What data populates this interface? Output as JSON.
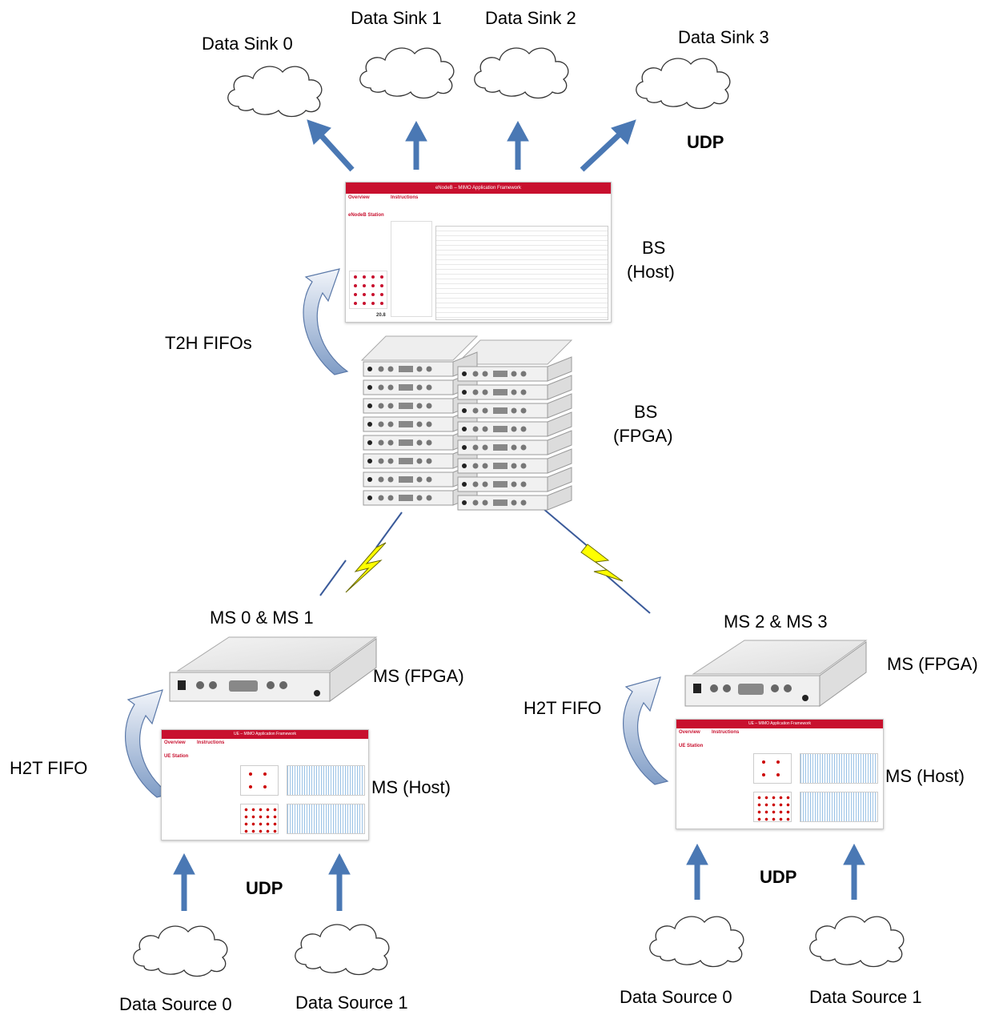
{
  "labels": {
    "sink0": "Data Sink 0",
    "sink1": "Data Sink 1",
    "sink2": "Data Sink 2",
    "sink3": "Data Sink 3",
    "udp_top": "UDP",
    "bs_host_1": "BS",
    "bs_host_2": "(Host)",
    "t2h": "T2H FIFOs",
    "bs_fpga_1": "BS",
    "bs_fpga_2": "(FPGA)",
    "ms01": "MS 0 & MS 1",
    "ms23": "MS 2 & MS 3",
    "ms_fpga_left": "MS (FPGA)",
    "ms_fpga_right": "MS (FPGA)",
    "h2t_left": "H2T FIFO",
    "h2t_right": "H2T FIFO",
    "ms_host_left": "MS (Host)",
    "ms_host_right": "MS (Host)",
    "udp_left": "UDP",
    "udp_right": "UDP",
    "src_l0": "Data Source 0",
    "src_l1": "Data Source 1",
    "src_r0": "Data Source 0",
    "src_r1": "Data Source 1"
  },
  "bs_screen": {
    "bar": "eNodeB – MIMO Application Framework",
    "overview": "Overview",
    "instructions": "Instructions",
    "station": "eNodeB Station",
    "value": "20.8"
  },
  "ms_screen_left": {
    "bar": "UE – MIMO Application Framework",
    "overview": "Overview",
    "instructions": "Instructions",
    "station": "UE Station"
  },
  "ms_screen_right": {
    "bar": "UE – MIMO Application Framework",
    "overview": "Overview",
    "instructions": "Instructions",
    "station": "UE Station"
  },
  "colors": {
    "arrow": "#4a78b4",
    "curved_arrow_top": "#f2f5fa",
    "curved_arrow_bottom": "#7f9cc6",
    "bolt": "#ffff00",
    "bolt_edge": "#3a5a9a",
    "brand_red": "#c8102e"
  }
}
